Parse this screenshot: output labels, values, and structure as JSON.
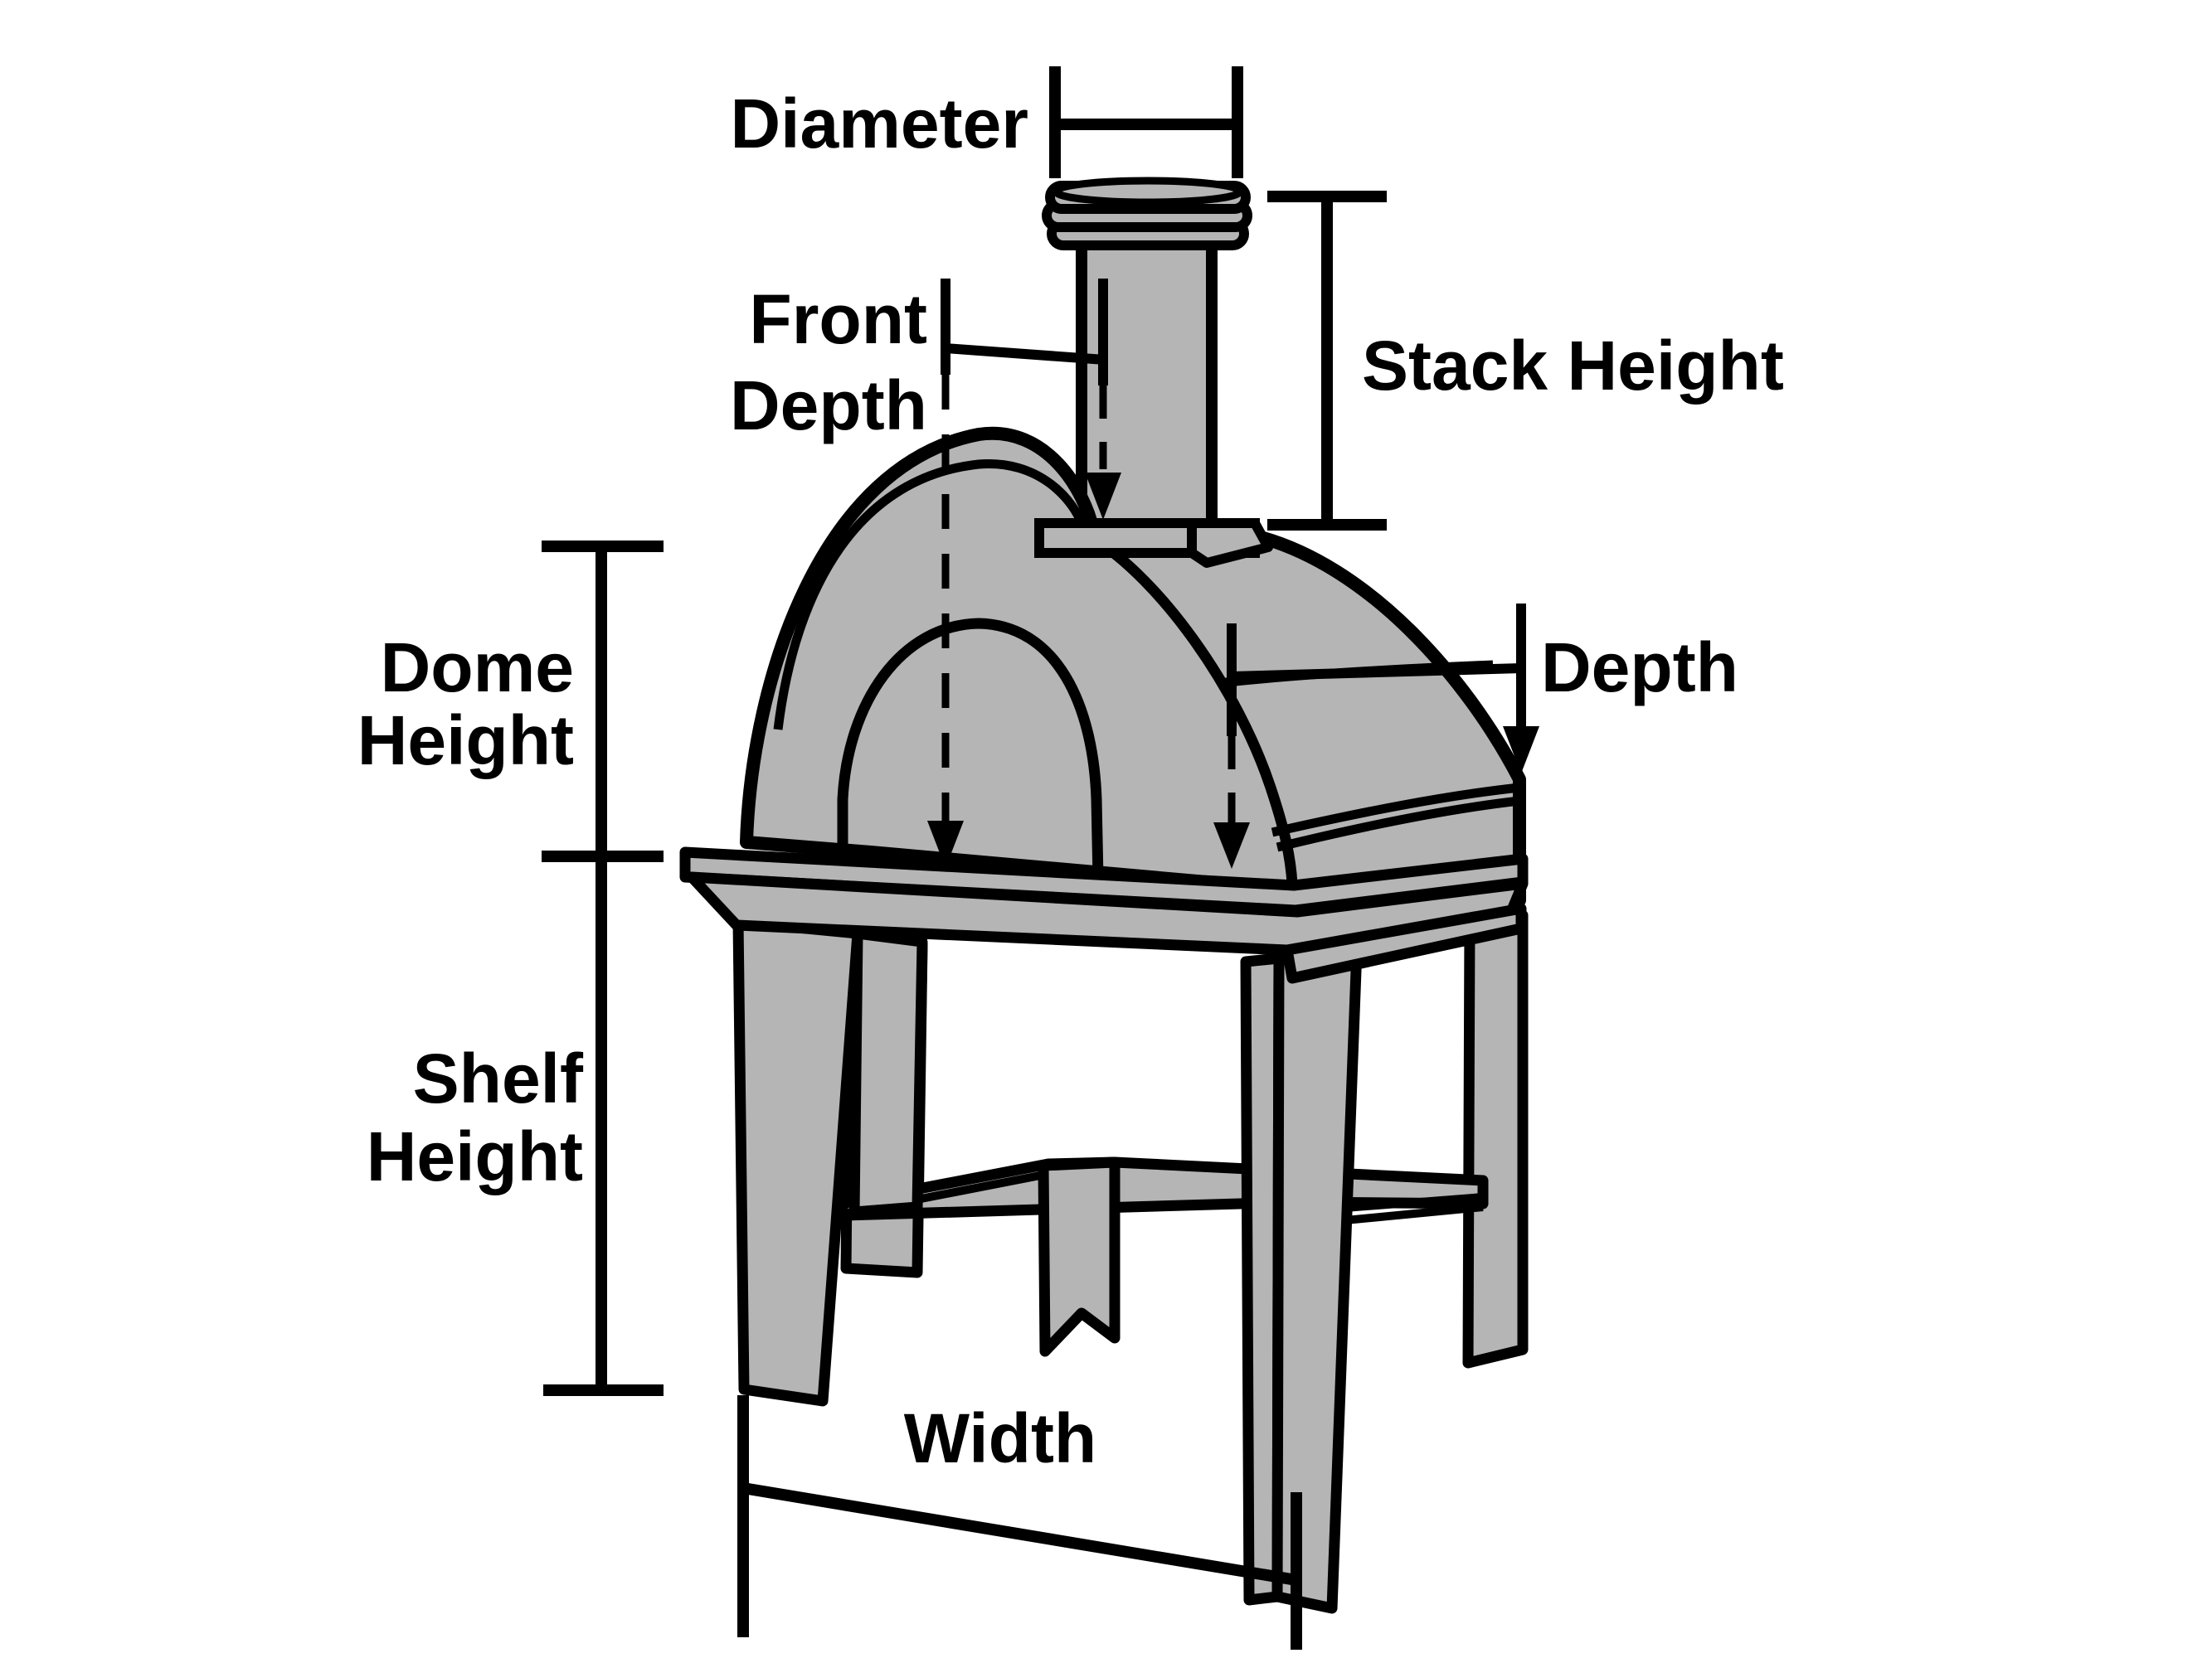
{
  "diagram": {
    "subject": "Outdoor wood-fired pizza oven with stand — dimension diagram",
    "labels": {
      "diameter": "Diameter",
      "front_depth_line1": "Front",
      "front_depth_line2": "Depth",
      "stack_height": "Stack Height",
      "dome_height_line1": "Dome",
      "dome_height_line2": "Height",
      "depth": "Depth",
      "shelf_height_line1": "Shelf",
      "shelf_height_line2": "Height",
      "width": "Width"
    },
    "colors": {
      "background": "#ffffff",
      "oven_fill": "#b5b5b5",
      "outline": "#000000"
    }
  }
}
